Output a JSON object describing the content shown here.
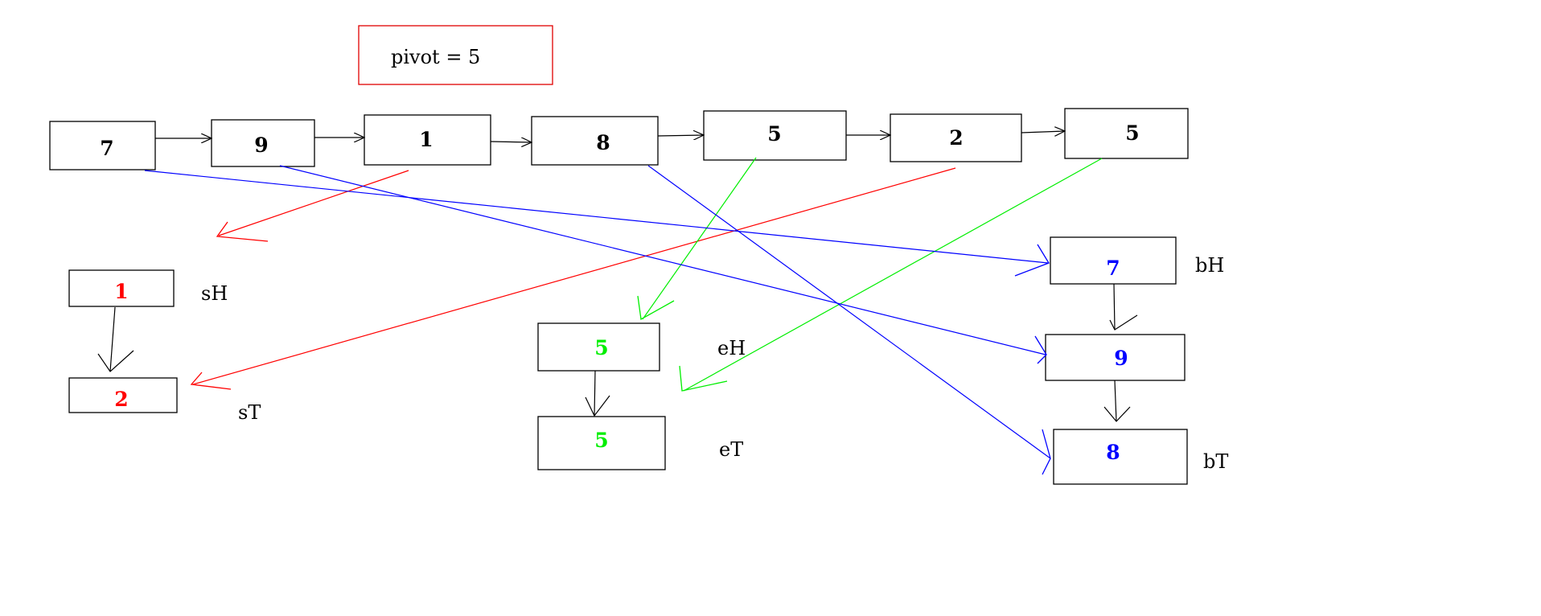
{
  "pivot_label": "pivot = 5",
  "colors": {
    "black": "#000000",
    "small": "#ff0000",
    "equal": "#00ee00",
    "big": "#0000ff",
    "pivot_border": "#e00000"
  },
  "input_list": [
    {
      "value": "7"
    },
    {
      "value": "9"
    },
    {
      "value": "1"
    },
    {
      "value": "8"
    },
    {
      "value": "5"
    },
    {
      "value": "2"
    },
    {
      "value": "5"
    }
  ],
  "small_list": {
    "nodes": [
      "1",
      "2"
    ],
    "head_label": "sH",
    "tail_label": "sT"
  },
  "equal_list": {
    "nodes": [
      "5",
      "5"
    ],
    "head_label": "eH",
    "tail_label": "eT"
  },
  "big_list": {
    "nodes": [
      "7",
      "9",
      "8"
    ],
    "head_label": "bH",
    "tail_label": "bT"
  }
}
